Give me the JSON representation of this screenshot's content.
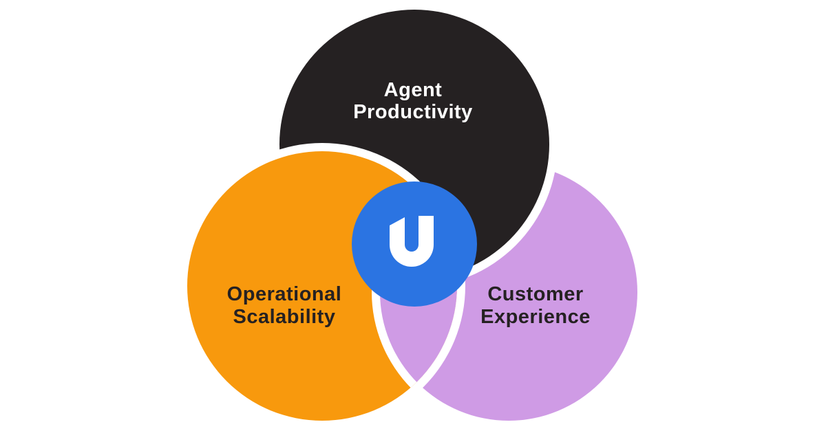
{
  "diagram": {
    "type": "venn-interlocking-3-circles",
    "background_color": "#ffffff",
    "halo_color": "#ffffff",
    "circles": [
      {
        "id": "agent-productivity",
        "label_line1": "Agent",
        "label_line2": "Productivity",
        "fill_color": "#252122",
        "text_color": "#ffffff",
        "position": "top"
      },
      {
        "id": "operational-scalability",
        "label_line1": "Operational",
        "label_line2": "Scalability",
        "fill_color": "#F8990D",
        "text_color": "#252122",
        "position": "bottom-left"
      },
      {
        "id": "customer-experience",
        "label_line1": "Customer",
        "label_line2": "Experience",
        "fill_color": "#CF9BE5",
        "text_color": "#252122",
        "position": "bottom-right"
      }
    ],
    "center_badge": {
      "letter": "U",
      "badge_color": "#2B74E2",
      "letter_color": "#ffffff"
    }
  }
}
